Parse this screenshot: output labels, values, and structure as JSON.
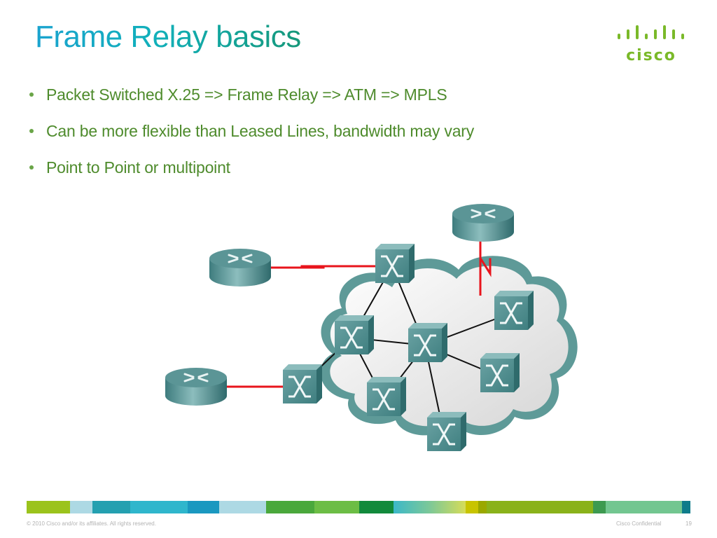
{
  "slide": {
    "title": "Frame Relay basics",
    "brand": "cisco",
    "bullets": [
      "Packet Switched X.25 => Frame Relay => ATM => MPLS",
      "Can be more flexible than Leased Lines, bandwidth may vary",
      "Point to Point or multipoint"
    ]
  },
  "diagram": {
    "cloud_label": "frame-relay-cloud",
    "routers": [
      {
        "id": "router-left-top",
        "icon": "router-icon"
      },
      {
        "id": "router-left-bottom",
        "icon": "router-icon"
      },
      {
        "id": "router-right-top",
        "icon": "router-icon"
      }
    ],
    "switches": [
      {
        "id": "sw-top",
        "icon": "frame-relay-switch-icon"
      },
      {
        "id": "sw-left",
        "icon": "frame-relay-switch-icon"
      },
      {
        "id": "sw-center",
        "icon": "frame-relay-switch-icon"
      },
      {
        "id": "sw-edge-left",
        "icon": "frame-relay-switch-icon"
      },
      {
        "id": "sw-bottom-mid",
        "icon": "frame-relay-switch-icon"
      },
      {
        "id": "sw-bottom",
        "icon": "frame-relay-switch-icon"
      },
      {
        "id": "sw-right",
        "icon": "frame-relay-switch-icon"
      },
      {
        "id": "sw-right-top",
        "icon": "frame-relay-switch-icon"
      }
    ],
    "serial_links": [
      [
        "router-left-top",
        "sw-top"
      ],
      [
        "router-left-bottom",
        "sw-edge-left"
      ],
      [
        "router-right-top",
        "sw-right-top"
      ]
    ],
    "trunk_links": [
      [
        "sw-top",
        "sw-left"
      ],
      [
        "sw-top",
        "sw-center"
      ],
      [
        "sw-left",
        "sw-center"
      ],
      [
        "sw-left",
        "sw-edge-left"
      ],
      [
        "sw-left",
        "sw-bottom-mid"
      ],
      [
        "sw-center",
        "sw-bottom-mid"
      ],
      [
        "sw-center",
        "sw-right-top"
      ],
      [
        "sw-center",
        "sw-right"
      ],
      [
        "sw-center",
        "sw-bottom"
      ]
    ],
    "colors": {
      "serial": "#e8141c",
      "trunk": "#111111",
      "device": "#4a8a8c",
      "cloud_border": "#5e9a98"
    }
  },
  "footer": {
    "copyright": "© 2010 Cisco and/or its affiliates. All rights reserved.",
    "confidential": "Cisco Confidential",
    "page_number": "19",
    "colorbar": [
      "#9bc31c",
      "#add9e4",
      "#24a0b0",
      "#2fb6cc",
      "#1a98c0",
      "#add9e4",
      "#4aa83c",
      "#6cbd45",
      "#128a3c",
      "gradient",
      "#c8c400",
      "#9aa800",
      "#8ab21a",
      "#3d9a50",
      "#72c690",
      "#0e7c8a"
    ]
  }
}
